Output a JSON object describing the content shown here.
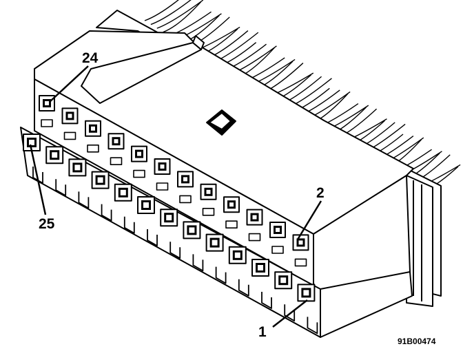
{
  "callouts": {
    "pin_24": "24",
    "pin_2": "2",
    "pin_25": "25",
    "pin_1": "1"
  },
  "figure_id": "91B00474",
  "connector": {
    "top_row_cavities": 12,
    "bottom_row_cavities": 13
  }
}
